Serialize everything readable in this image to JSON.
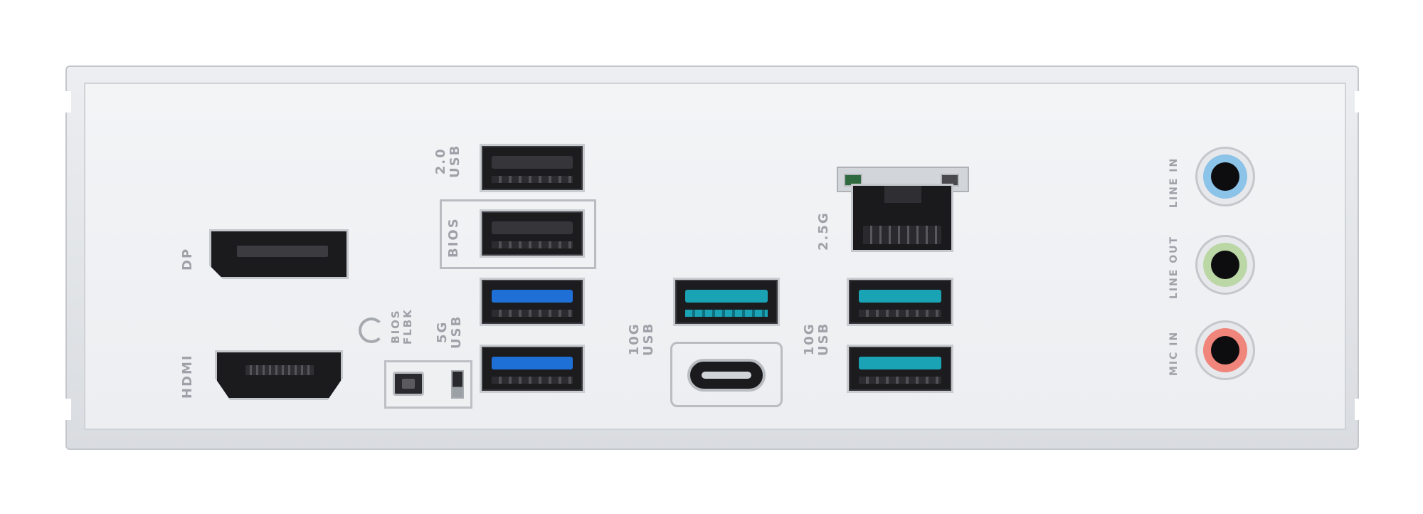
{
  "labels": {
    "dp": "DP",
    "hdmi": "HDMI",
    "usb20": "2.0\nUSB",
    "bios": "BIOS",
    "usb5g": "5G\nUSB",
    "bios_flbk": "BIOS\nFLBK",
    "usb10g_c": "10G\nUSB",
    "lan": "2.5G",
    "usb10g_a": "10G\nUSB",
    "line_in": "LINE IN",
    "line_out": "LINE OUT",
    "mic": "MIC IN"
  },
  "colors": {
    "usb5g_blue": "#1e6fd6",
    "usb10g_teal": "#1aa3b5",
    "line_in_blue": "#8cc3e8",
    "line_out_green": "#bcd7a6",
    "mic_pink": "#f0857b"
  }
}
